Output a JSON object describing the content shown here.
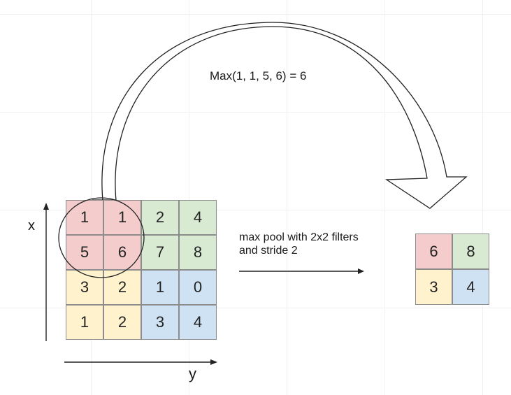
{
  "formula": "Max(1, 1, 5, 6) = 6",
  "caption": {
    "line1": "max pool with 2x2 filters",
    "line2": "and stride 2"
  },
  "axis": {
    "x": "x",
    "y": "y"
  },
  "input_matrix": [
    [
      1,
      1,
      2,
      4
    ],
    [
      5,
      6,
      7,
      8
    ],
    [
      3,
      2,
      1,
      0
    ],
    [
      1,
      2,
      3,
      4
    ]
  ],
  "output_matrix": [
    [
      6,
      8
    ],
    [
      3,
      4
    ]
  ],
  "colors": {
    "quadrant_red": "#f4cccc",
    "quadrant_green": "#d9ead3",
    "quadrant_yellow": "#fff2cc",
    "quadrant_blue": "#cfe2f3"
  }
}
